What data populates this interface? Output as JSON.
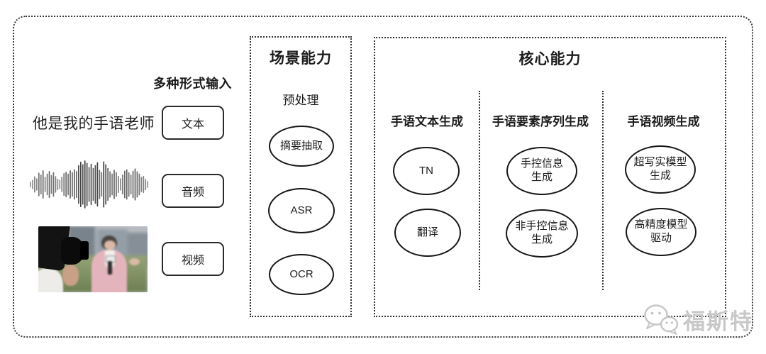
{
  "input": {
    "title": "多种形式输入",
    "text_example": "他是我的手语老师",
    "boxes": [
      {
        "label": "文本"
      },
      {
        "label": "音频"
      },
      {
        "label": "视频"
      }
    ]
  },
  "scene": {
    "title": "场景能力",
    "subtitle": "预处理",
    "nodes": [
      {
        "label": "摘要抽取"
      },
      {
        "label": "ASR"
      },
      {
        "label": "OCR"
      }
    ]
  },
  "core": {
    "title": "核心能力",
    "columns": [
      {
        "header": "手语文本生成",
        "nodes": [
          {
            "label": "TN"
          },
          {
            "label": "翻译"
          }
        ]
      },
      {
        "header": "手语要素序列生成",
        "nodes": [
          {
            "label": "手控信息\n生成"
          },
          {
            "label": "非手控信息\n生成"
          }
        ]
      },
      {
        "header": "手语视频生成",
        "nodes": [
          {
            "label": "超写实模型\n生成"
          },
          {
            "label": "高精度模型\n驱动"
          }
        ]
      }
    ]
  },
  "watermark": {
    "label": "福斯特"
  },
  "colors": {
    "line": "#1c1c1c",
    "watermark": "#c8c8c8"
  }
}
